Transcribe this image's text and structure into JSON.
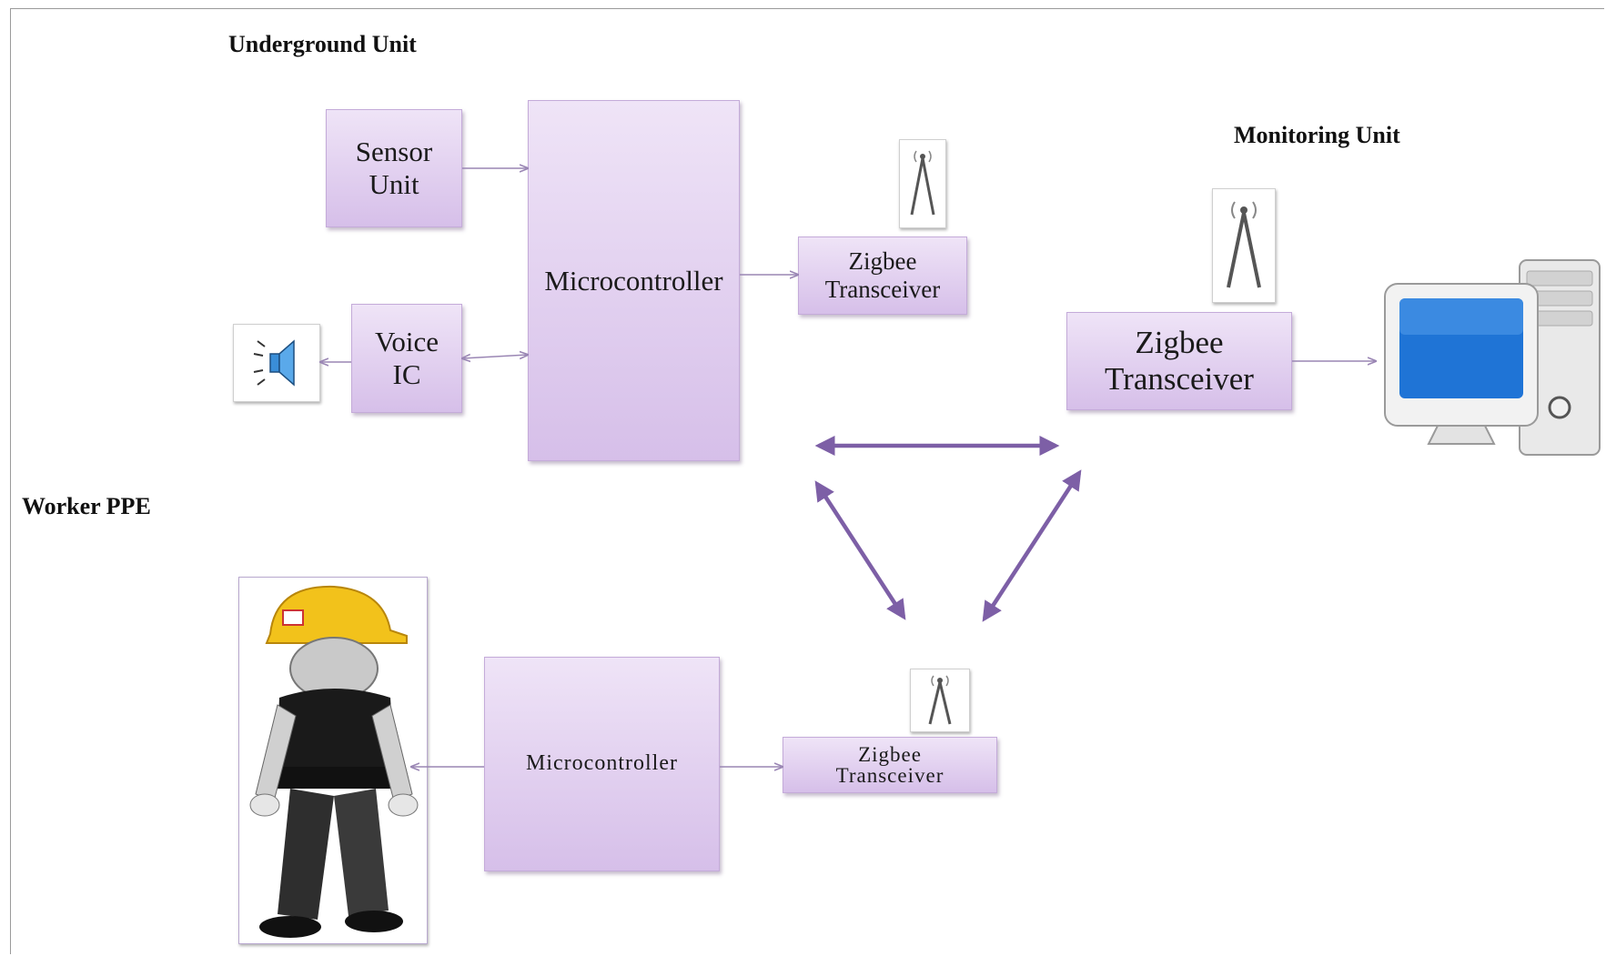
{
  "sections": {
    "underground": "Underground Unit",
    "monitoring": "Monitoring Unit",
    "worker": "Worker PPE"
  },
  "blocks": {
    "sensor_unit": [
      "Sensor",
      "Unit"
    ],
    "voice_ic": [
      "Voice",
      "IC"
    ],
    "microcontroller_top": "Microcontroller",
    "zigbee_top": [
      "Zigbee",
      "Transceiver"
    ],
    "zigbee_monitor": [
      "Zigbee",
      "Transceiver"
    ],
    "microcontroller_bottom": "Microcontroller",
    "zigbee_bottom": [
      "Zigbee",
      "Transceiver"
    ]
  },
  "icons": {
    "antenna": "antenna-icon",
    "speaker": "speaker-icon",
    "computer": "desktop-computer-icon",
    "worker": "worker-with-helmet-icon"
  },
  "colors": {
    "block_top": "#efe4f7",
    "block_bottom": "#d6bfe9",
    "arrow_thin": "#9a86b4",
    "arrow_link": "#7d5fa6",
    "helmet": "#f2c21b",
    "screen": "#1f74d6"
  }
}
